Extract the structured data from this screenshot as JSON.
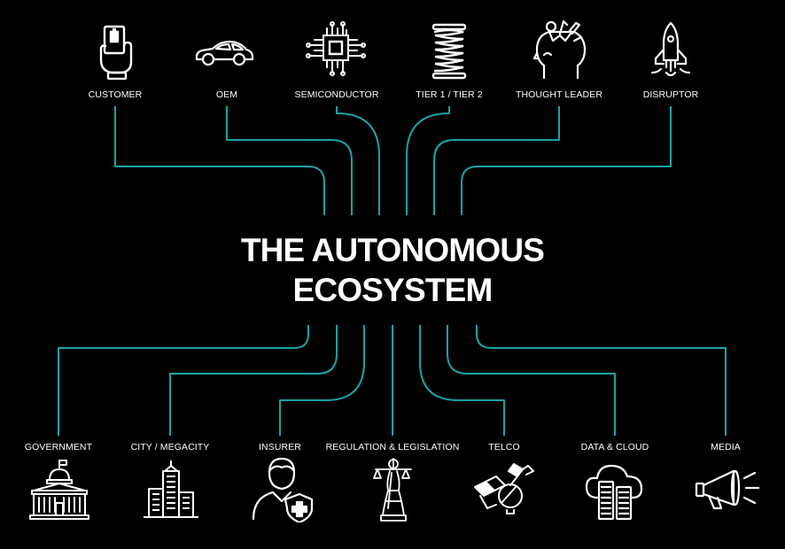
{
  "title": {
    "line1": "THE AUTONOMOUS",
    "line2": "ECOSYSTEM"
  },
  "colors": {
    "background": "#000000",
    "connector": "#1aa3a6",
    "text": "#ffffff"
  },
  "top_nodes": [
    {
      "label": "CUSTOMER",
      "icon": "hand-holding-card-icon"
    },
    {
      "label": "OEM",
      "icon": "car-icon"
    },
    {
      "label": "SEMICONDUCTOR",
      "icon": "chip-icon"
    },
    {
      "label": "TIER 1 / TIER 2",
      "icon": "spring-icon"
    },
    {
      "label": "THOUGHT LEADER",
      "icon": "head-ideas-icon"
    },
    {
      "label": "DISRUPTOR",
      "icon": "rocket-icon"
    }
  ],
  "bottom_nodes": [
    {
      "label": "GOVERNMENT",
      "icon": "capitol-building-icon"
    },
    {
      "label": "CITY / MEGACITY",
      "icon": "skyscraper-icon"
    },
    {
      "label": "INSURER",
      "icon": "person-shield-icon"
    },
    {
      "label": "REGULATION & LEGISLATION",
      "icon": "lady-justice-icon"
    },
    {
      "label": "TELCO",
      "icon": "satellite-dish-icon"
    },
    {
      "label": "DATA & CLOUD",
      "icon": "cloud-servers-icon"
    },
    {
      "label": "MEDIA",
      "icon": "megaphone-icon"
    }
  ]
}
